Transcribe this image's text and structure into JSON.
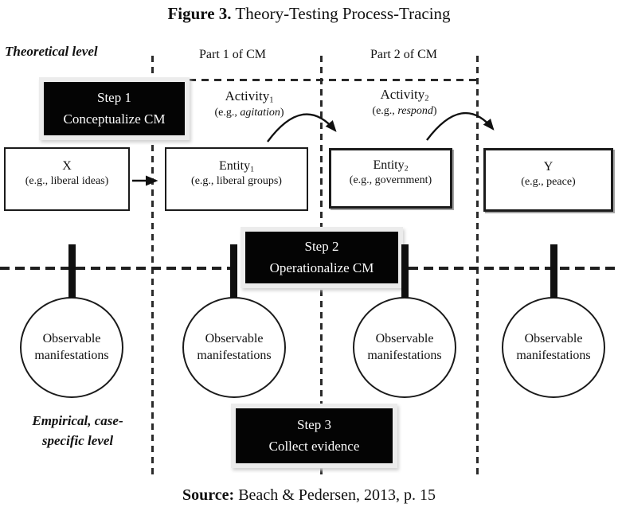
{
  "figure": {
    "title_bold": "Figure 3.",
    "title_rest": "Theory-Testing Process-Tracing",
    "source_bold": "Source:",
    "source_rest": "Beach & Pedersen, 2013, p. 15"
  },
  "levels": {
    "theoretical": "Theoretical level",
    "empirical_line1": "Empirical, case-",
    "empirical_line2": "specific level"
  },
  "parts": [
    {
      "label": "Part 1 of CM"
    },
    {
      "label": "Part 2 of CM"
    }
  ],
  "steps": [
    {
      "line1": "Step 1",
      "line2": "Conceptualize CM"
    },
    {
      "line1": "Step 2",
      "line2": "Operationalize CM"
    },
    {
      "line1": "Step 3",
      "line2": "Collect evidence"
    }
  ],
  "activities": [
    {
      "name": "Activity",
      "sub": "1",
      "eg_prefix": "(e.g., ",
      "eg_word": "agitation",
      "eg_suffix": ")"
    },
    {
      "name": "Activity",
      "sub": "2",
      "eg_prefix": "(e.g., ",
      "eg_word": "respond",
      "eg_suffix": ")"
    }
  ],
  "boxes": [
    {
      "name": "X",
      "sub": "",
      "example": "(e.g., liberal ideas)"
    },
    {
      "name": "Entity",
      "sub": "1",
      "example": "(e.g., liberal groups)"
    },
    {
      "name": "Entity",
      "sub": "2",
      "example": "(e.g., government)"
    },
    {
      "name": "Y",
      "sub": "",
      "example": "(e.g., peace)"
    }
  ],
  "circle": {
    "line1": "Observable",
    "line2": "manifestations"
  },
  "colors": {
    "step_box_fill": "#000000",
    "step_box_text": "#ffffff",
    "step_box_frame": "#ececec",
    "line_color": "#1f1f1f",
    "background": "#ffffff"
  }
}
